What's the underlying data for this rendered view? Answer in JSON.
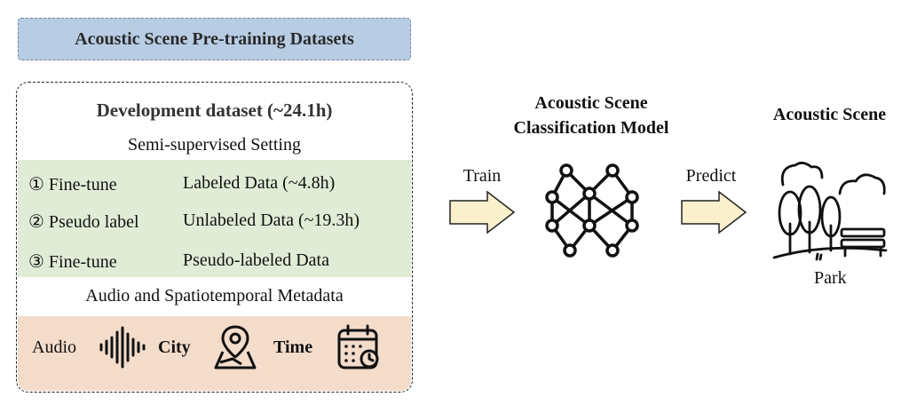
{
  "banner": {
    "title": "Acoustic Scene Pre-training Datasets"
  },
  "dataset": {
    "title": "Development dataset (~24.1h)",
    "setting": "Semi-supervised Setting",
    "steps": [
      {
        "step": "① Fine-tune",
        "data": "Labeled Data (~4.8h)"
      },
      {
        "step": "② Pseudo label",
        "data": "Unlabeled Data (~19.3h)"
      },
      {
        "step": "③ Fine-tune",
        "data": "Pseudo-labeled Data"
      }
    ],
    "metadata_title": "Audio and Spatiotemporal Metadata",
    "metadata": {
      "audio": "Audio",
      "city": "City",
      "time": "Time"
    }
  },
  "flow": {
    "train": "Train",
    "model_title_line1": "Acoustic Scene",
    "model_title_line2": "Classification Model",
    "predict": "Predict",
    "scene_title": "Acoustic Scene",
    "scene_label": "Park"
  },
  "colors": {
    "banner_fill": "#b8cde4",
    "green_fill": "#e1ecd6",
    "peach_fill": "#f4dccb",
    "arrow_fill": "#fbf0cc"
  }
}
